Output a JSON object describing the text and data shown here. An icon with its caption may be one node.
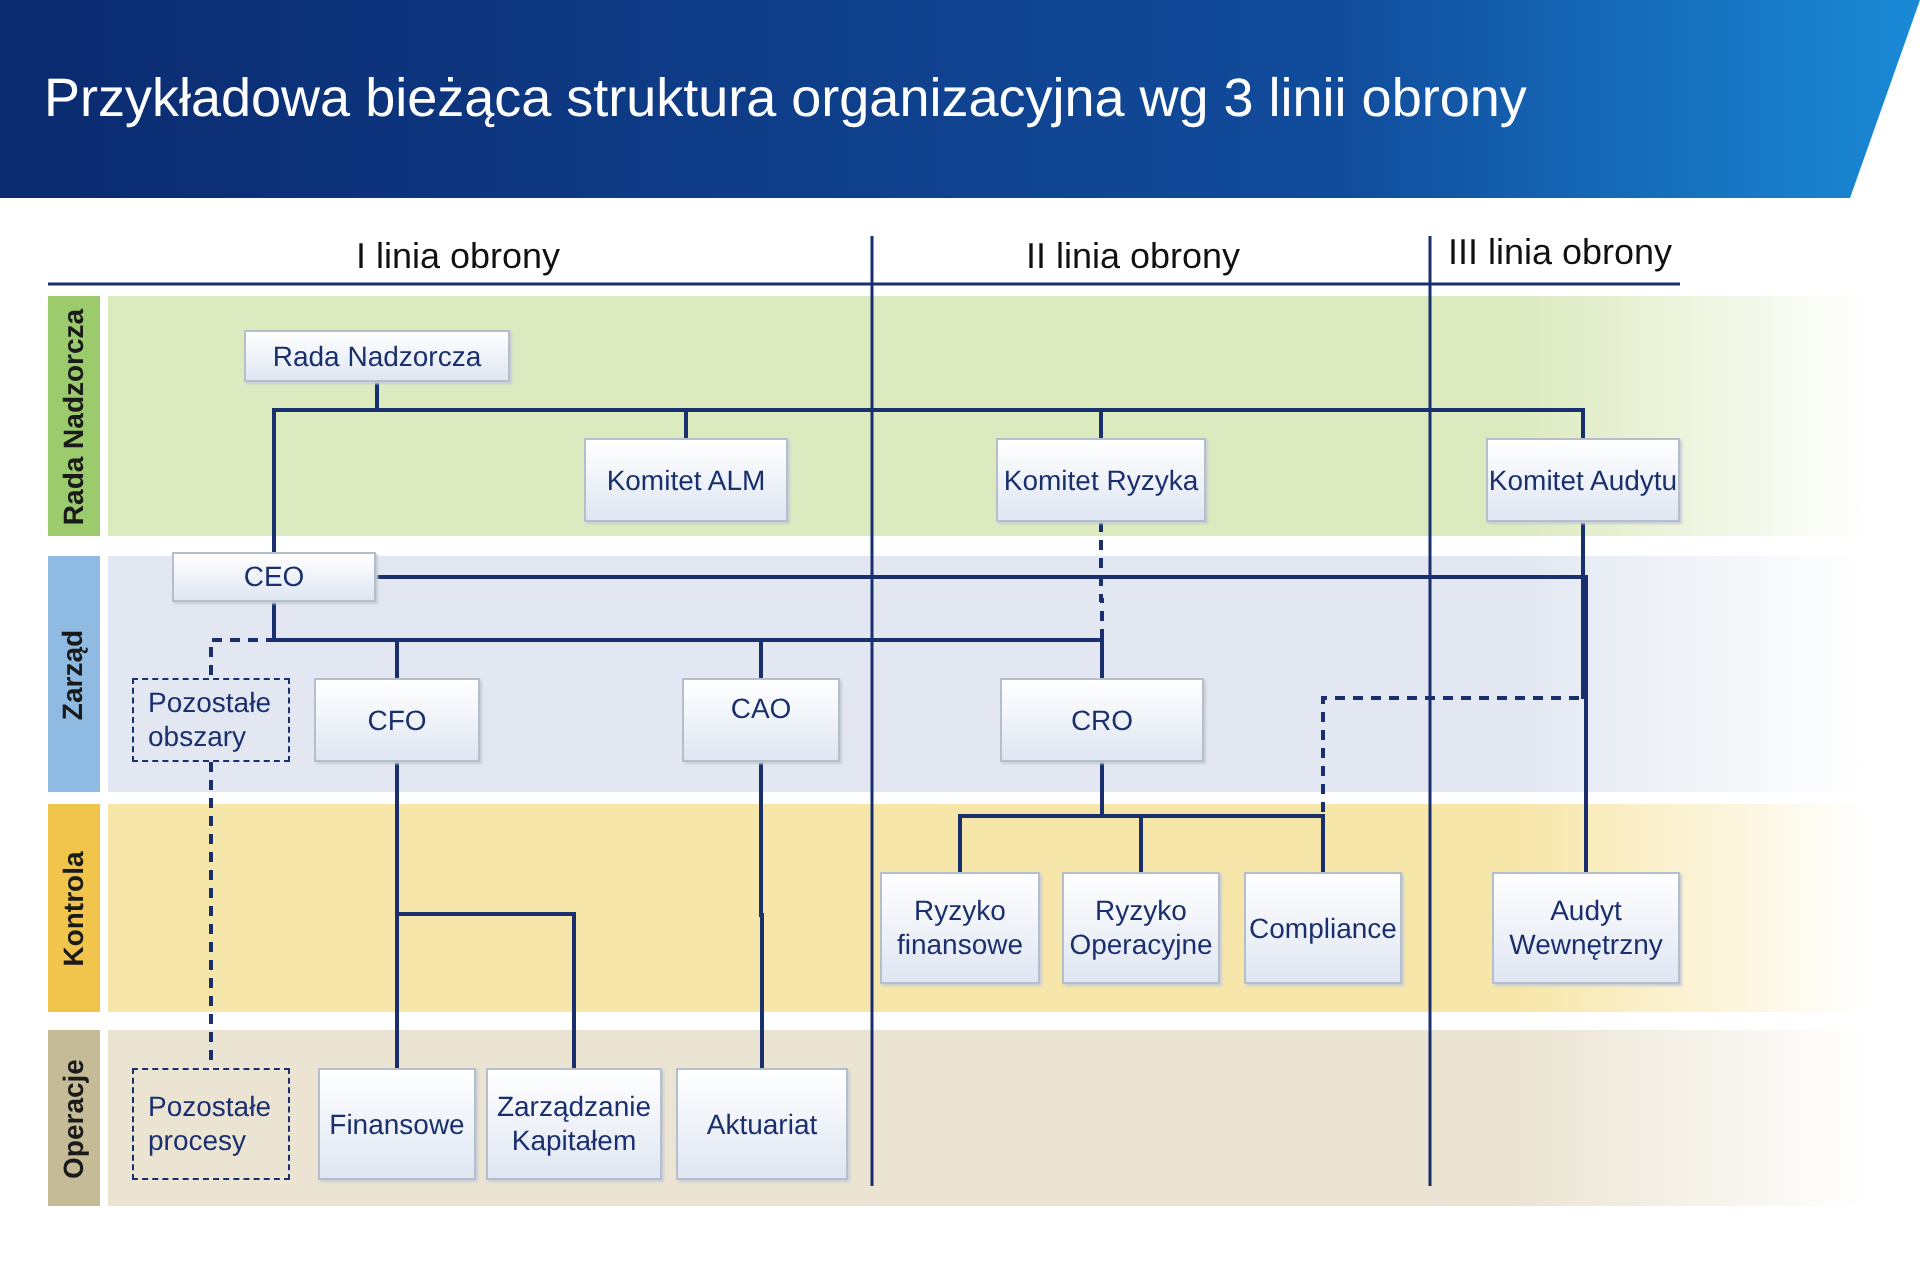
{
  "diagram": {
    "title": "Przykładowa bieżąca struktura organizacyjna wg 3 linii obrony",
    "nodes": [
      {
        "text": [
          "Rada Nadzorcza"
        ]
      },
      {
        "text": [
          "Zarząd"
        ]
      },
      {
        "text": [
          "Kontrola"
        ]
      },
      {
        "text": [
          "Operacje"
        ]
      },
      {
        "text": [
          "Rada Nadzorcza"
        ]
      },
      {
        "text": [
          "Komitet ALM"
        ]
      },
      {
        "text": [
          "Komitet Ryzyka"
        ]
      },
      {
        "text": [
          "Komitet Audytu"
        ]
      },
      {
        "text": [
          "CEO"
        ]
      },
      {
        "text": [
          "Pozostałe obszary"
        ]
      },
      {
        "text": [
          "CFO"
        ]
      },
      {
        "text": [
          "CAO"
        ]
      },
      {
        "text": [
          "CRO"
        ]
      },
      {
        "text": [
          "Ryzyko finansowe"
        ]
      },
      {
        "text": [
          "Ryzyko Operacyjne"
        ]
      },
      {
        "text": [
          "Compliance"
        ]
      },
      {
        "text": [
          "Audyt Wewnętrzny"
        ]
      },
      {
        "text": [
          "Pozostałe procesy"
        ]
      },
      {
        "text": [
          "Finansowe"
        ]
      },
      {
        "text": [
          "Zarządzanie Kapitałem"
        ]
      },
      {
        "text": [
          "Aktuariat"
        ]
      }
    ],
    "edges": [
      {
        "from": 4,
        "to": 8,
        "arrow": "none"
      },
      {
        "from": 4,
        "to": 5,
        "arrow": "none"
      },
      {
        "from": 4,
        "to": 6,
        "arrow": "none"
      },
      {
        "from": 4,
        "to": 7,
        "arrow": "none"
      },
      {
        "from": 8,
        "to": 9,
        "arrow": "none",
        "style": "dashed"
      },
      {
        "from": 8,
        "to": 10,
        "arrow": "none"
      },
      {
        "from": 8,
        "to": 11,
        "arrow": "none"
      },
      {
        "from": 8,
        "to": 12,
        "arrow": "none"
      },
      {
        "from": 8,
        "to": 16,
        "arrow": "none"
      },
      {
        "from": 7,
        "to": 16,
        "arrow": "none"
      },
      {
        "from": 6,
        "to": 12,
        "arrow": "none",
        "style": "dashed"
      },
      {
        "from": 7,
        "to": 15,
        "arrow": "none",
        "style": "dashed"
      },
      {
        "from": 12,
        "to": 13,
        "arrow": "none"
      },
      {
        "from": 12,
        "to": 14,
        "arrow": "none"
      },
      {
        "from": 12,
        "to": 15,
        "arrow": "none"
      },
      {
        "from": 10,
        "to": 18,
        "arrow": "none"
      },
      {
        "from": 10,
        "to": 19,
        "arrow": "none"
      },
      {
        "from": 11,
        "to": 20,
        "arrow": "none"
      },
      {
        "from": 9,
        "to": 17,
        "arrow": "none",
        "style": "dashed"
      }
    ],
    "labels": [
      "I linia obrony",
      "II linia obrony",
      "III linia obrony"
    ]
  }
}
